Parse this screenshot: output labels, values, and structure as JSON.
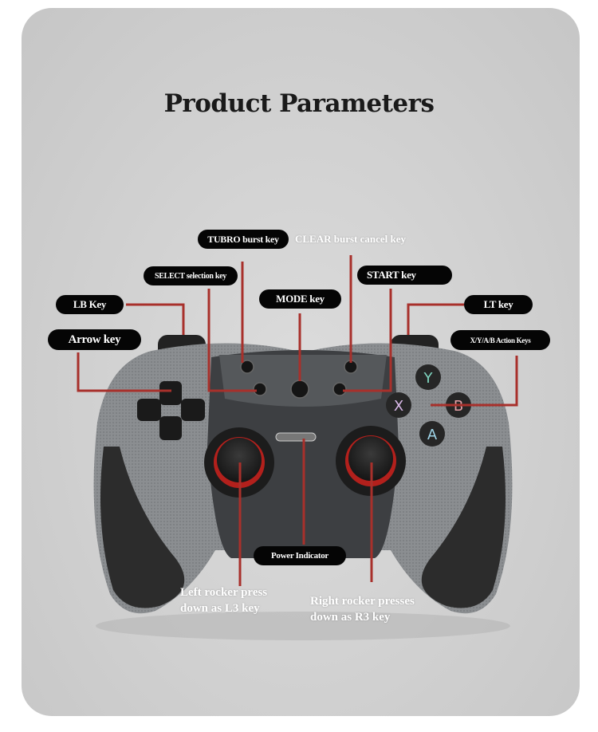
{
  "title": "Product Parameters",
  "labels": {
    "turbo": "TUBRO burst key",
    "clear": "CLEAR burst cancel key",
    "select": "SELECT selection key",
    "start": "START key",
    "mode": "MODE key",
    "lb": "LB Key",
    "lt": "LT key",
    "arrow": "Arrow key",
    "action": "X/Y/A/B Action Keys",
    "power": "Power Indicator",
    "left_rocker_1": "Left rocker press",
    "left_rocker_2": "down as L3 key",
    "right_rocker_1": "Right rocker presses",
    "right_rocker_2": "down as R3 key"
  },
  "buttons": {
    "y": "Y",
    "x": "X",
    "b": "B",
    "a": "A"
  },
  "colors": {
    "leader_line": "#a8302b",
    "pill": "#050505",
    "body": "#3a3a3a",
    "grip": "#8a8d90",
    "stick_ring": "#b3201c",
    "y": "#7fd6c0",
    "x": "#d9b8e8",
    "b": "#e5a0a6",
    "a": "#9fd6ea"
  }
}
